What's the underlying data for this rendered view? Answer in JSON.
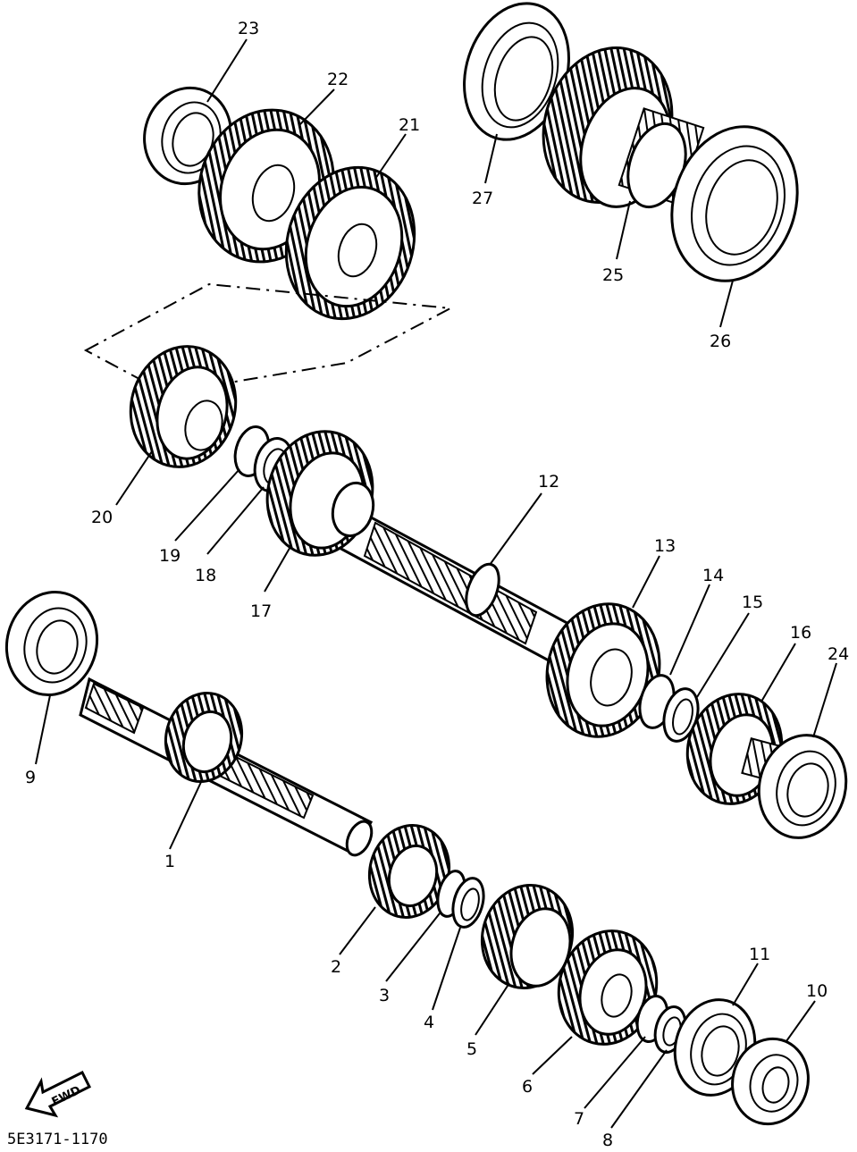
{
  "drawing_code": "5E3171-1170",
  "fwd_label": "FWD",
  "parts": [
    {
      "id": "p1",
      "number": "1"
    },
    {
      "id": "p2",
      "number": "2"
    },
    {
      "id": "p3",
      "number": "3"
    },
    {
      "id": "p4",
      "number": "4"
    },
    {
      "id": "p5",
      "number": "5"
    },
    {
      "id": "p6",
      "number": "6"
    },
    {
      "id": "p7",
      "number": "7"
    },
    {
      "id": "p8",
      "number": "8"
    },
    {
      "id": "p9",
      "number": "9"
    },
    {
      "id": "p10",
      "number": "10"
    },
    {
      "id": "p11",
      "number": "11"
    },
    {
      "id": "p12",
      "number": "12"
    },
    {
      "id": "p13",
      "number": "13"
    },
    {
      "id": "p14",
      "number": "14"
    },
    {
      "id": "p15",
      "number": "15"
    },
    {
      "id": "p16",
      "number": "16"
    },
    {
      "id": "p17",
      "number": "17"
    },
    {
      "id": "p18",
      "number": "18"
    },
    {
      "id": "p19",
      "number": "19"
    },
    {
      "id": "p20",
      "number": "20"
    },
    {
      "id": "p21",
      "number": "21"
    },
    {
      "id": "p22",
      "number": "22"
    },
    {
      "id": "p23",
      "number": "23"
    },
    {
      "id": "p24",
      "number": "24"
    },
    {
      "id": "p25",
      "number": "25"
    },
    {
      "id": "p26",
      "number": "26"
    },
    {
      "id": "p27",
      "number": "27"
    }
  ]
}
